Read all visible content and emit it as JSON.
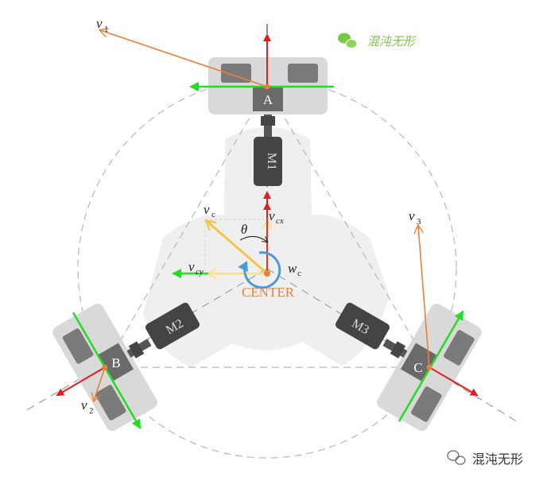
{
  "labels": {
    "wheel_a": "A",
    "wheel_b": "B",
    "wheel_c": "C",
    "motor_1": "M1",
    "motor_2": "M2",
    "motor_3": "M3",
    "center": "CENTER",
    "theta": "θ",
    "v1": "v",
    "v1_sub": "1",
    "v2": "v",
    "v2_sub": "2",
    "v3": "v",
    "v3_sub": "3",
    "vc": "v",
    "vc_sub": "c",
    "vcx": "v",
    "vcx_sub": "cx",
    "vcy": "v",
    "vcy_sub": "cy",
    "wc": "w",
    "wc_sub": "c"
  },
  "watermark": {
    "top": "混沌无形",
    "bottom": "混沌无形"
  },
  "colors": {
    "red": "#e01e1e",
    "green": "#22dd22",
    "orange": "#e8803a",
    "yellow": "#f5c542",
    "blue": "#4a9ad8",
    "body": "#efefef",
    "wheel": "#d9d9d9",
    "roller": "#7a7a7a",
    "motor": "#444444"
  }
}
